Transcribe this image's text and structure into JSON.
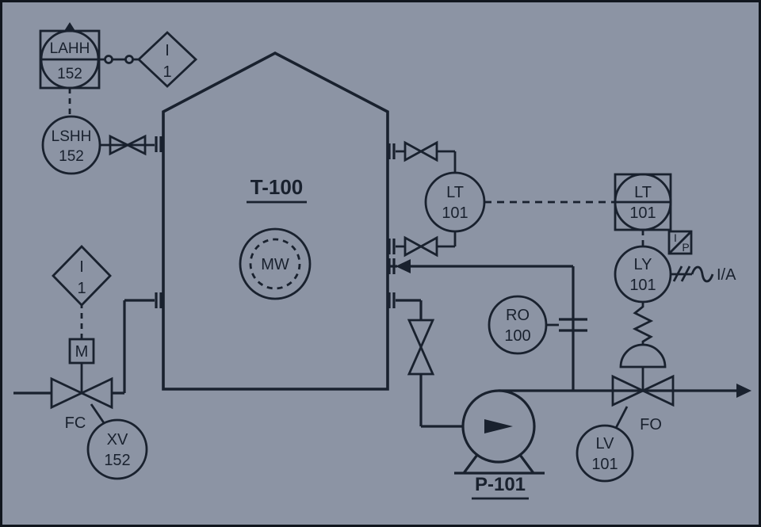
{
  "colors": {
    "background": "#8c94a4",
    "line": "#19212e",
    "border": "#11161e"
  },
  "tank": {
    "tag": "T-100",
    "mixer": "MW"
  },
  "pump": {
    "tag": "P-101"
  },
  "instruments": {
    "lahh_box": {
      "l1": "LAHH",
      "l2": "152"
    },
    "interlock_top": {
      "l1": "I",
      "l2": "1"
    },
    "lshh": {
      "l1": "LSHH",
      "l2": "152"
    },
    "lt_field": {
      "l1": "LT",
      "l2": "101"
    },
    "lt_panel": {
      "l1": "LT",
      "l2": "101"
    },
    "ip_converter": {
      "top": "I",
      "bottom": "P"
    },
    "ly": {
      "l1": "LY",
      "l2": "101"
    },
    "ro": {
      "l1": "RO",
      "l2": "100"
    },
    "lv": {
      "l1": "LV",
      "l2": "101"
    },
    "xv": {
      "l1": "XV",
      "l2": "152"
    },
    "interlock_left": {
      "l1": "I",
      "l2": "1"
    },
    "motor": {
      "label": "M"
    }
  },
  "labels": {
    "fc": "FC",
    "fo": "FO",
    "ia": "I/A"
  }
}
